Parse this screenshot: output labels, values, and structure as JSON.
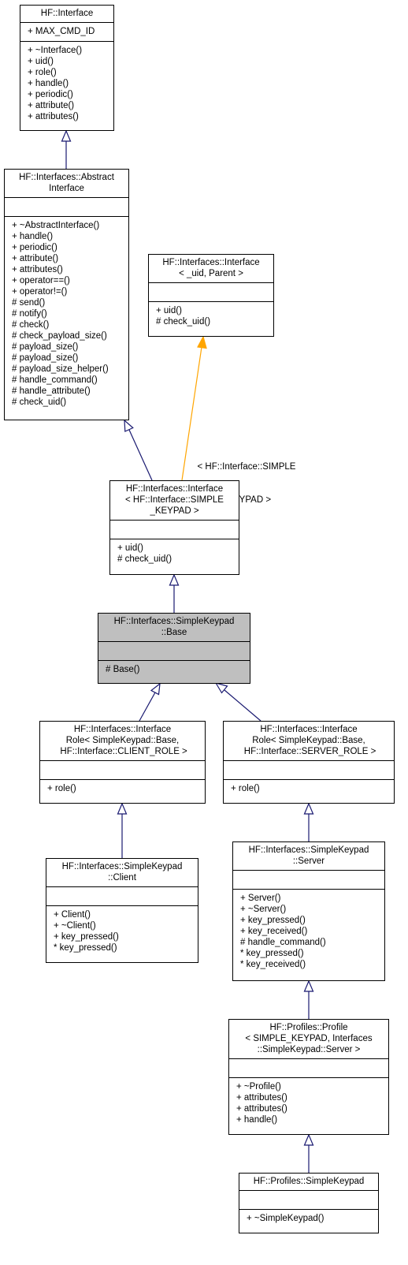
{
  "classes": {
    "hf_interface": {
      "title": [
        "HF::Interface"
      ],
      "attributes": [
        "+ MAX_CMD_ID"
      ],
      "methods": [
        "+ ~Interface()",
        "+ uid()",
        "+ role()",
        "+ handle()",
        "+ periodic()",
        "+ attribute()",
        "+ attributes()"
      ]
    },
    "abstract_interface": {
      "title": [
        "HF::Interfaces::Abstract",
        "Interface"
      ],
      "attributes": [],
      "methods": [
        "+ ~AbstractInterface()",
        "+ handle()",
        "+ periodic()",
        "+ attribute()",
        "+ attributes()",
        "+ operator==()",
        "+ operator!=()",
        "# send()",
        "# notify()",
        "# check()",
        "# check_payload_size()",
        "# payload_size()",
        "# payload_size()",
        "# payload_size_helper()",
        "# handle_command()",
        "# handle_attribute()",
        "# check_uid()"
      ]
    },
    "interface_template": {
      "title": [
        "HF::Interfaces::Interface",
        "< _uid, Parent >"
      ],
      "attributes": [],
      "methods": [
        "+ uid()",
        "# check_uid()"
      ]
    },
    "interface_simple_keypad": {
      "title": [
        "HF::Interfaces::Interface",
        "< HF::Interface::SIMPLE",
        "_KEYPAD >"
      ],
      "attributes": [],
      "methods": [
        "+ uid()",
        "# check_uid()"
      ]
    },
    "simple_keypad_base": {
      "title": [
        "HF::Interfaces::SimpleKeypad",
        "::Base"
      ],
      "attributes": [],
      "methods": [
        "# Base()"
      ]
    },
    "interface_role_client": {
      "title": [
        "HF::Interfaces::Interface",
        "Role< SimpleKeypad::Base,",
        " HF::Interface::CLIENT_ROLE >"
      ],
      "attributes": [],
      "methods": [
        "+ role()"
      ]
    },
    "interface_role_server": {
      "title": [
        "HF::Interfaces::Interface",
        "Role< SimpleKeypad::Base,",
        " HF::Interface::SERVER_ROLE >"
      ],
      "attributes": [],
      "methods": [
        "+ role()"
      ]
    },
    "simple_keypad_client": {
      "title": [
        "HF::Interfaces::SimpleKeypad",
        "::Client"
      ],
      "attributes": [],
      "methods": [
        "+ Client()",
        "+ ~Client()",
        "+ key_pressed()",
        "* key_pressed()"
      ]
    },
    "simple_keypad_server": {
      "title": [
        "HF::Interfaces::SimpleKeypad",
        "::Server"
      ],
      "attributes": [],
      "methods": [
        "+ Server()",
        "+ ~Server()",
        "+ key_pressed()",
        "+ key_received()",
        "# handle_command()",
        "* key_pressed()",
        "* key_received()"
      ]
    },
    "profile_template": {
      "title": [
        "HF::Profiles::Profile",
        "< SIMPLE_KEYPAD, Interfaces",
        "::SimpleKeypad::Server >"
      ],
      "attributes": [],
      "methods": [
        "+ ~Profile()",
        "+ attributes()",
        "+ attributes()",
        "+ handle()"
      ]
    },
    "profiles_simple_keypad": {
      "title": [
        "HF::Profiles::SimpleKeypad"
      ],
      "attributes": [],
      "methods": [
        "+ ~SimpleKeypad()"
      ]
    }
  },
  "edge_labels": {
    "template_binding": [
      "< HF::Interface::SIMPLE",
      "_KEYPAD >"
    ]
  },
  "colors": {
    "inheritance_edge": "#191970",
    "template_edge": "#ffa500",
    "highlight_fill": "#bfbfbf"
  }
}
